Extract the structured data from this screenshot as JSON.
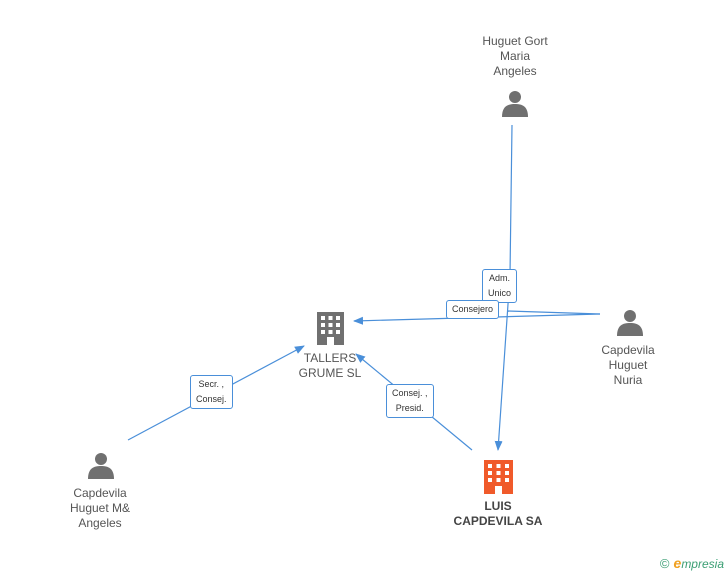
{
  "nodes": {
    "huguet_gort": {
      "lines": [
        "Huguet Gort",
        "Maria",
        "Angeles"
      ],
      "type": "person"
    },
    "tallers_grume": {
      "lines": [
        "TALLERS",
        "GRUME SL"
      ],
      "type": "company"
    },
    "capdevila_nuria": {
      "lines": [
        "Capdevila",
        "Huguet",
        "Nuria"
      ],
      "type": "person"
    },
    "capdevila_mangeles": {
      "lines": [
        "Capdevila",
        "Huguet M&",
        "Angeles"
      ],
      "type": "person"
    },
    "luis_capdevila": {
      "lines": [
        "LUIS",
        "CAPDEVILA SA"
      ],
      "type": "company-main"
    }
  },
  "edges": {
    "adm_unico": {
      "lines": [
        "Adm.",
        "Unico"
      ]
    },
    "consejero": {
      "lines": [
        "Consejero"
      ]
    },
    "secr_consej": {
      "lines": [
        "Secr. ,",
        "Consej."
      ]
    },
    "consej_presid": {
      "lines": [
        "Consej. ,",
        "Presid."
      ]
    }
  },
  "colors": {
    "person_icon": "#707070",
    "company_icon": "#707070",
    "main_company_icon": "#f05a2a",
    "edge": "#4a8fd9"
  },
  "icons": {
    "person": "person-icon",
    "company": "building-icon"
  },
  "brand": {
    "copyright": "©",
    "e": "e",
    "rest": "mpresia"
  }
}
